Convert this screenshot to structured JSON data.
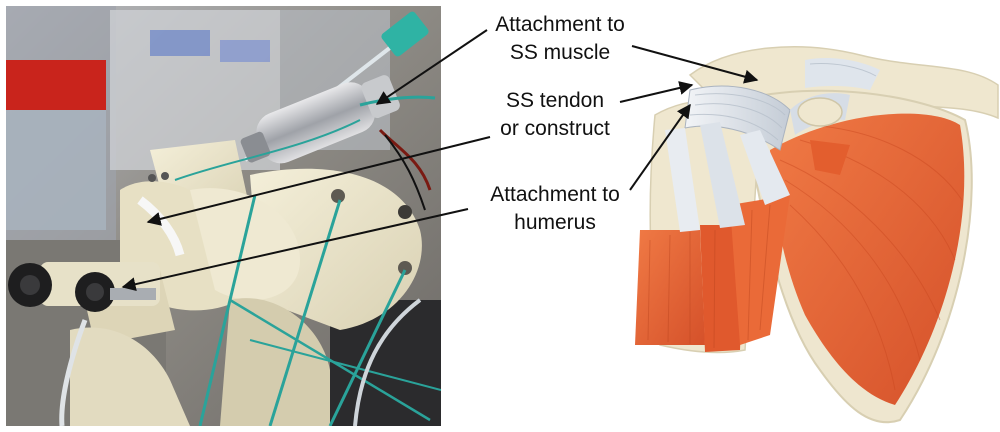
{
  "labels": {
    "muscle_attachment": [
      "Attachment to",
      "SS muscle"
    ],
    "tendon": [
      "SS tendon",
      "or construct"
    ],
    "humerus_attachment": [
      "Attachment to",
      "humerus"
    ]
  },
  "colors": {
    "muscle": "#e8673a",
    "muscle_dark": "#c9471f",
    "tendon": "#d6dde6",
    "bone": "#eee6cf",
    "printed_part": "#ece6cc",
    "string": "#2aa39a",
    "arrow": "#111111"
  }
}
